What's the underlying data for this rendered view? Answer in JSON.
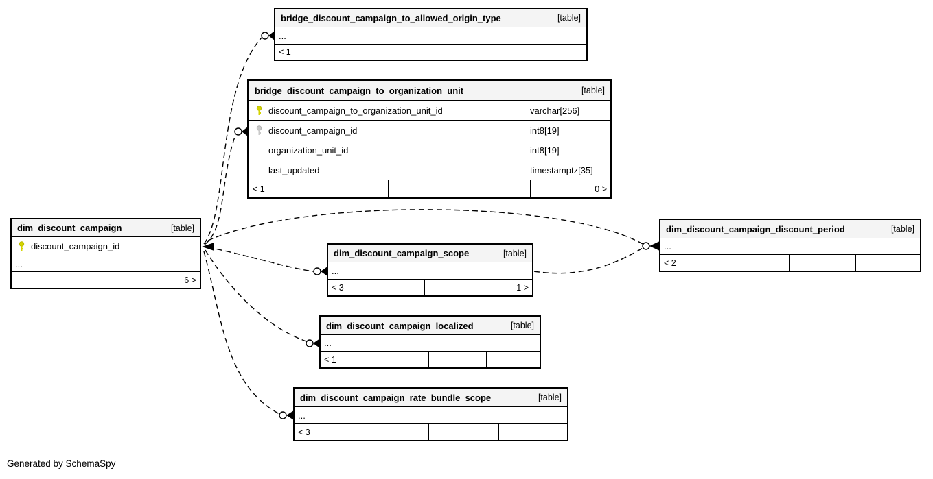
{
  "diagram": {
    "generator_note": "Generated by SchemaSpy",
    "colors": {
      "border": "#000000",
      "header_bg": "#f4f4f4",
      "primary_key": "#d4d400",
      "foreign_key": "#c9c9c9"
    },
    "icons": {
      "primary_key": "key-icon",
      "foreign_key": "key-icon"
    },
    "tables": [
      {
        "name": "bridge_discount_campaign_to_allowed_origin_type",
        "tag": "[table]",
        "ellipsis": "...",
        "footer": [
          "< 1",
          "",
          ""
        ]
      },
      {
        "name": "bridge_discount_campaign_to_organization_unit",
        "tag": "[table]",
        "columns": [
          {
            "name": "discount_campaign_to_organization_unit_id",
            "type": "varchar[256]",
            "key": "primary"
          },
          {
            "name": "discount_campaign_id",
            "type": "int8[19]",
            "key": "foreign"
          },
          {
            "name": "organization_unit_id",
            "type": "int8[19]",
            "key": ""
          },
          {
            "name": "last_updated",
            "type": "timestamptz[35]",
            "key": ""
          }
        ],
        "footer": [
          "< 1",
          "",
          "0 >"
        ]
      },
      {
        "name": "dim_discount_campaign",
        "tag": "[table]",
        "columns": [
          {
            "name": "discount_campaign_id",
            "type": "",
            "key": "primary"
          }
        ],
        "ellipsis": "...",
        "footer": [
          "",
          "",
          "6 >"
        ]
      },
      {
        "name": "dim_discount_campaign_scope",
        "tag": "[table]",
        "ellipsis": "...",
        "footer": [
          "< 3",
          "",
          "1 >"
        ]
      },
      {
        "name": "dim_discount_campaign_discount_period",
        "tag": "[table]",
        "ellipsis": "...",
        "footer": [
          "< 2",
          "",
          ""
        ]
      },
      {
        "name": "dim_discount_campaign_localized",
        "tag": "[table]",
        "ellipsis": "...",
        "footer": [
          "< 1",
          "",
          ""
        ]
      },
      {
        "name": "dim_discount_campaign_rate_bundle_scope",
        "tag": "[table]",
        "ellipsis": "...",
        "footer": [
          "< 3",
          "",
          ""
        ]
      }
    ]
  }
}
